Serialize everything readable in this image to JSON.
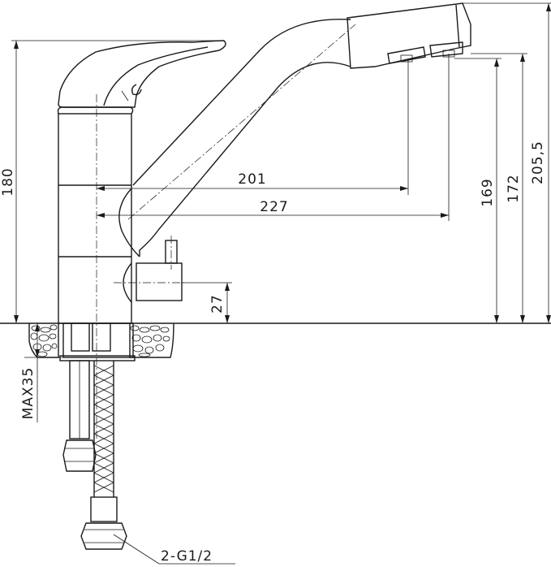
{
  "dimensions": {
    "spout_reach_short": "201",
    "spout_reach_long": "227",
    "outlet_height_a": "169",
    "outlet_height_b": "172",
    "total_height": "205,5",
    "handle_height": "180",
    "side_outlet_height": "27",
    "max_counter_thickness": "MAX35",
    "connection_thread": "2-G1/2"
  }
}
